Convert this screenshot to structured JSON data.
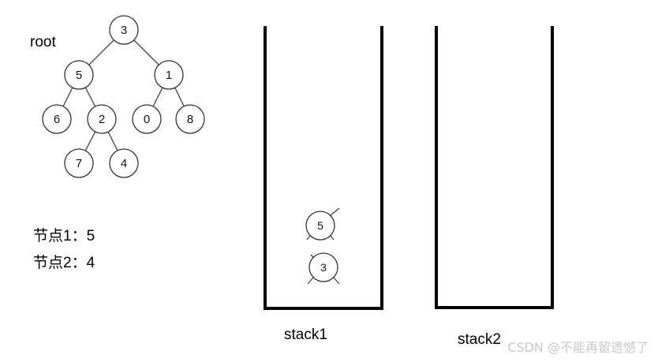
{
  "root_label": "root",
  "tree": {
    "nodes": [
      {
        "id": "n3",
        "value": "3"
      },
      {
        "id": "n5",
        "value": "5"
      },
      {
        "id": "n1",
        "value": "1"
      },
      {
        "id": "n6",
        "value": "6"
      },
      {
        "id": "n2",
        "value": "2"
      },
      {
        "id": "n0",
        "value": "0"
      },
      {
        "id": "n8",
        "value": "8"
      },
      {
        "id": "n7",
        "value": "7"
      },
      {
        "id": "n4",
        "value": "4"
      }
    ],
    "edges": [
      [
        "n3",
        "n5"
      ],
      [
        "n3",
        "n1"
      ],
      [
        "n5",
        "n6"
      ],
      [
        "n5",
        "n2"
      ],
      [
        "n1",
        "n0"
      ],
      [
        "n1",
        "n8"
      ],
      [
        "n2",
        "n7"
      ],
      [
        "n2",
        "n4"
      ]
    ]
  },
  "info": {
    "line1_label": "节点1：",
    "line1_value": "5",
    "line2_label": "节点2：",
    "line2_value": "4"
  },
  "stack1": {
    "label": "stack1",
    "items": [
      "5",
      "3"
    ]
  },
  "stack2": {
    "label": "stack2",
    "items": []
  },
  "watermark": "CSDN @不能再留遗憾了"
}
